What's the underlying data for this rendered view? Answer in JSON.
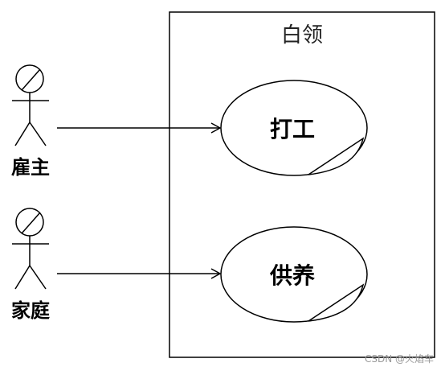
{
  "system": {
    "title": "白领"
  },
  "actors": [
    {
      "id": "employer",
      "label": "雇主"
    },
    {
      "id": "family",
      "label": "家庭"
    }
  ],
  "use_cases": [
    {
      "id": "work",
      "label": "打工"
    },
    {
      "id": "support",
      "label": "供养"
    }
  ],
  "watermark": "CSDN @火焰车"
}
